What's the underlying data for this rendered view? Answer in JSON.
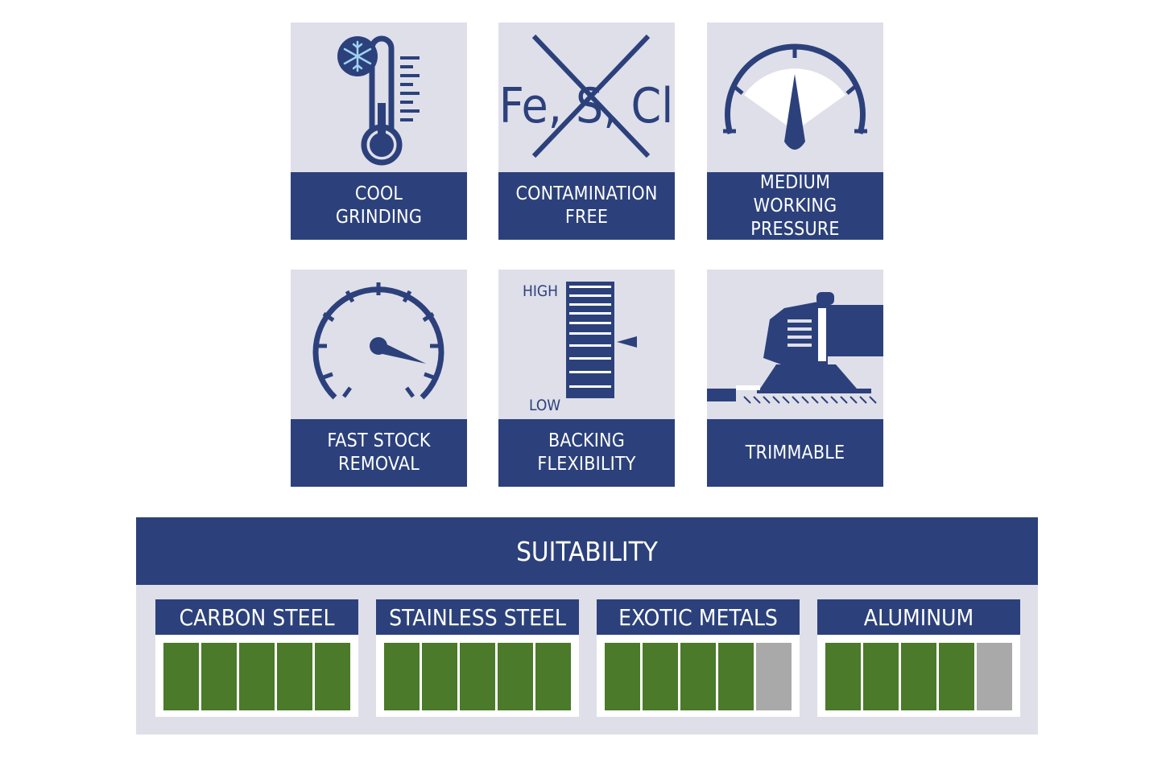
{
  "colors": {
    "navy": "#2c417b",
    "tile_bg": "#dfdfea",
    "green": "#4a7a2a",
    "gray": "#a9a9a9"
  },
  "features": [
    {
      "label": "COOL\nGRINDING",
      "icon": "thermometer-snowflake-icon"
    },
    {
      "label": "CONTAMINATION\nFREE",
      "icon": "crossed-out-elements-icon",
      "elements_text": "Fe, S, Cl"
    },
    {
      "label": "MEDIUM\nWORKING PRESSURE",
      "icon": "pressure-gauge-icon"
    },
    {
      "label": "FAST STOCK\nREMOVAL",
      "icon": "speedometer-icon"
    },
    {
      "label": "BACKING\nFLEXIBILITY",
      "icon": "flexibility-scale-icon",
      "high": "HIGH",
      "low": "LOW"
    },
    {
      "label": "TRIMMABLE",
      "icon": "trimming-machine-icon"
    }
  ],
  "suitability": {
    "title": "SUITABILITY",
    "materials": [
      {
        "name": "CARBON STEEL",
        "rating": 5,
        "max": 5
      },
      {
        "name": "STAINLESS STEEL",
        "rating": 5,
        "max": 5
      },
      {
        "name": "EXOTIC METALS",
        "rating": 4,
        "max": 5
      },
      {
        "name": "ALUMINUM",
        "rating": 4,
        "max": 5
      }
    ]
  }
}
